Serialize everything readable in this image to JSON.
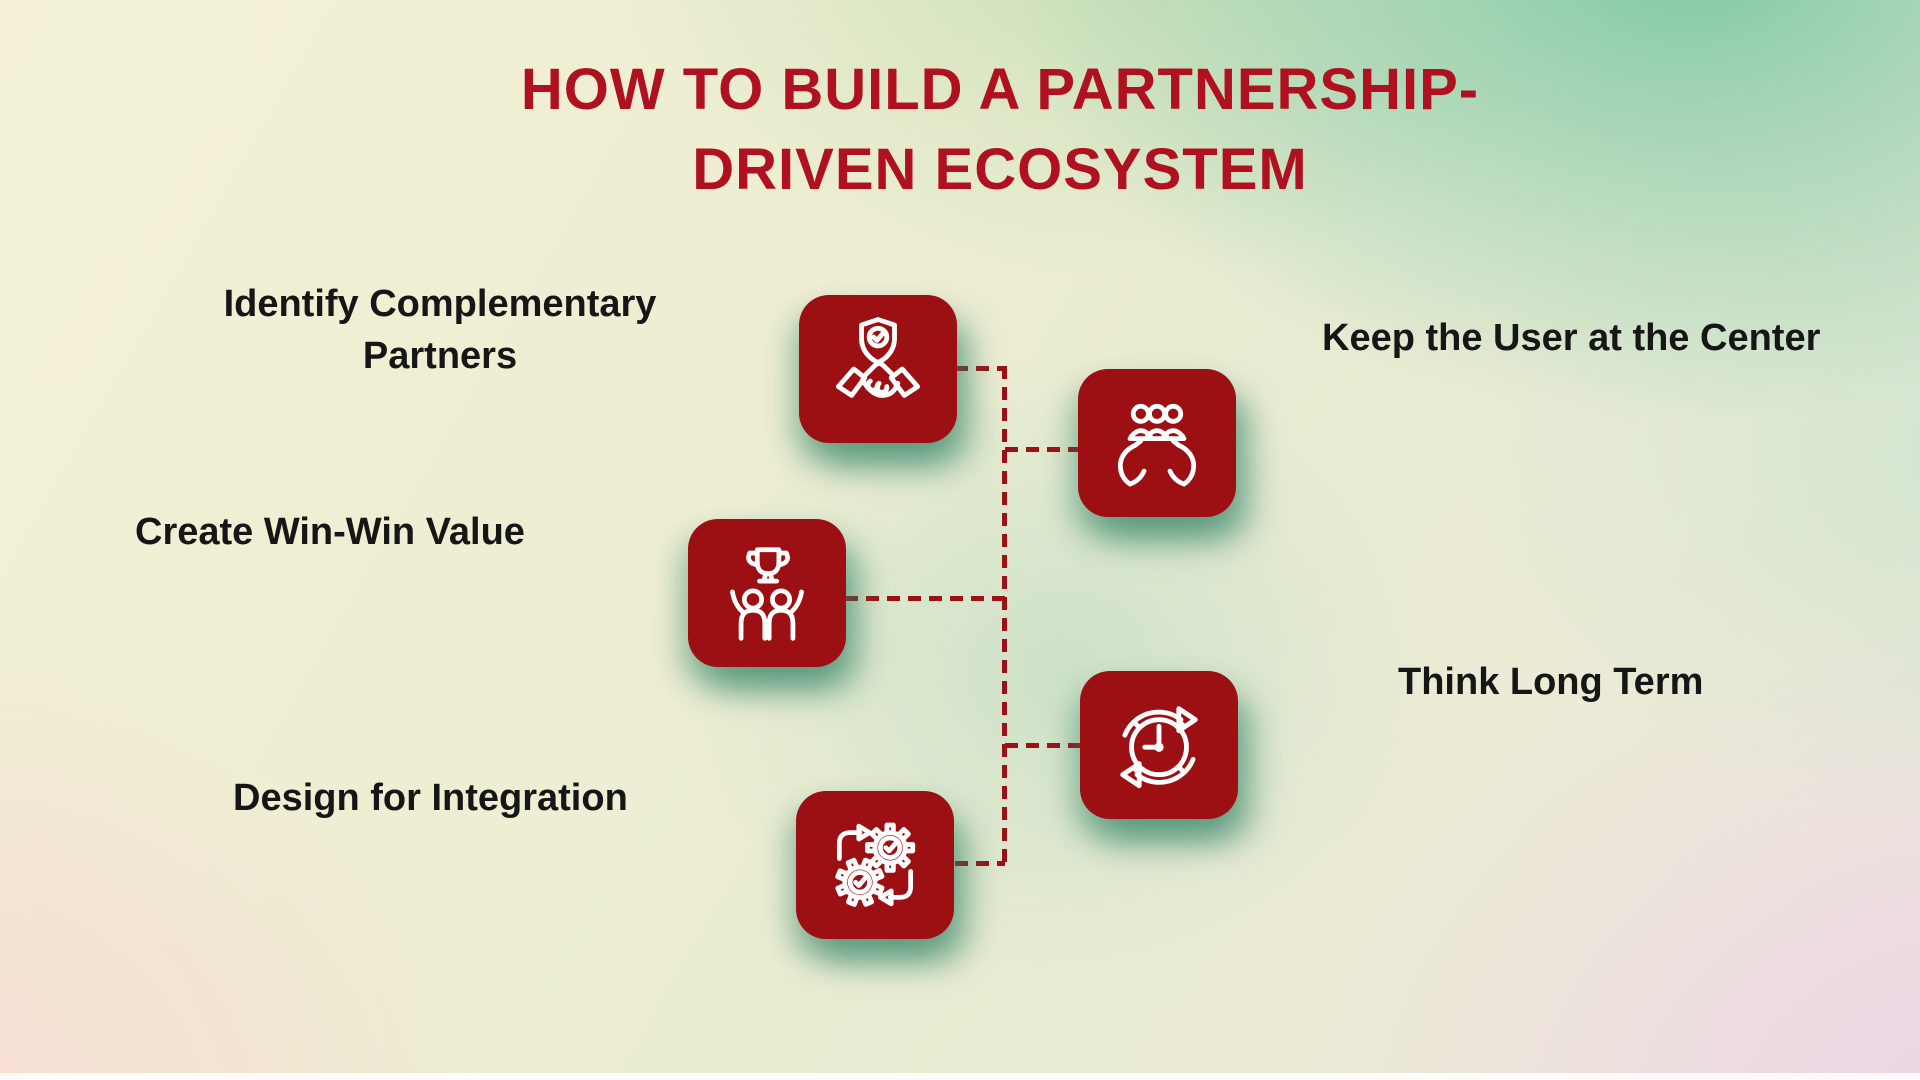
{
  "title": {
    "line1": "HOW TO BUILD A PARTNERSHIP-",
    "line2": "DRIVEN ECOSYSTEM"
  },
  "steps": [
    {
      "label": "Identify Complementary Partners",
      "icon": "shield-handshake-icon",
      "side": "left"
    },
    {
      "label": "Create Win-Win Value",
      "icon": "team-trophy-icon",
      "side": "left"
    },
    {
      "label": "Design for Integration",
      "icon": "gears-sync-icon",
      "side": "left"
    },
    {
      "label": "Keep the User at the Center",
      "icon": "hands-holding-users-icon",
      "side": "right"
    },
    {
      "label": "Think Long Term",
      "icon": "clock-history-icon",
      "side": "right"
    }
  ],
  "colors": {
    "accent_red": "#b01120",
    "tile_red": "#9c1014",
    "connector_red": "#9d1016",
    "label_text": "#161616",
    "icon_stroke": "#ffffff",
    "shadow_teal": "#2c7e63",
    "bg_top_left": "#f3f0d6",
    "bg_top_right": "#9ed3bc",
    "bg_bottom_left": "#f8e4da",
    "bg_bottom_right": "#ecd6e8"
  }
}
